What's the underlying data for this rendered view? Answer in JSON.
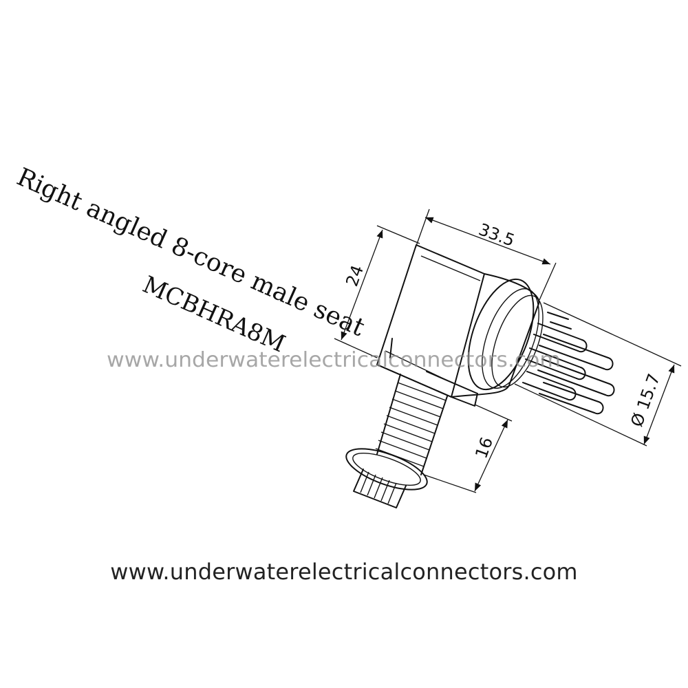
{
  "title": {
    "line1": "Right angled 8-core male seat",
    "line2": "MCBHRA8M"
  },
  "dimensions": {
    "length": "33.5",
    "height": "24",
    "diameter": "Ø 15.7",
    "thread_length": "16"
  },
  "watermark": "www.underwaterelectricalconnectors.com",
  "footer": {
    "url": "www.underwaterelectricalconnectors.com"
  }
}
